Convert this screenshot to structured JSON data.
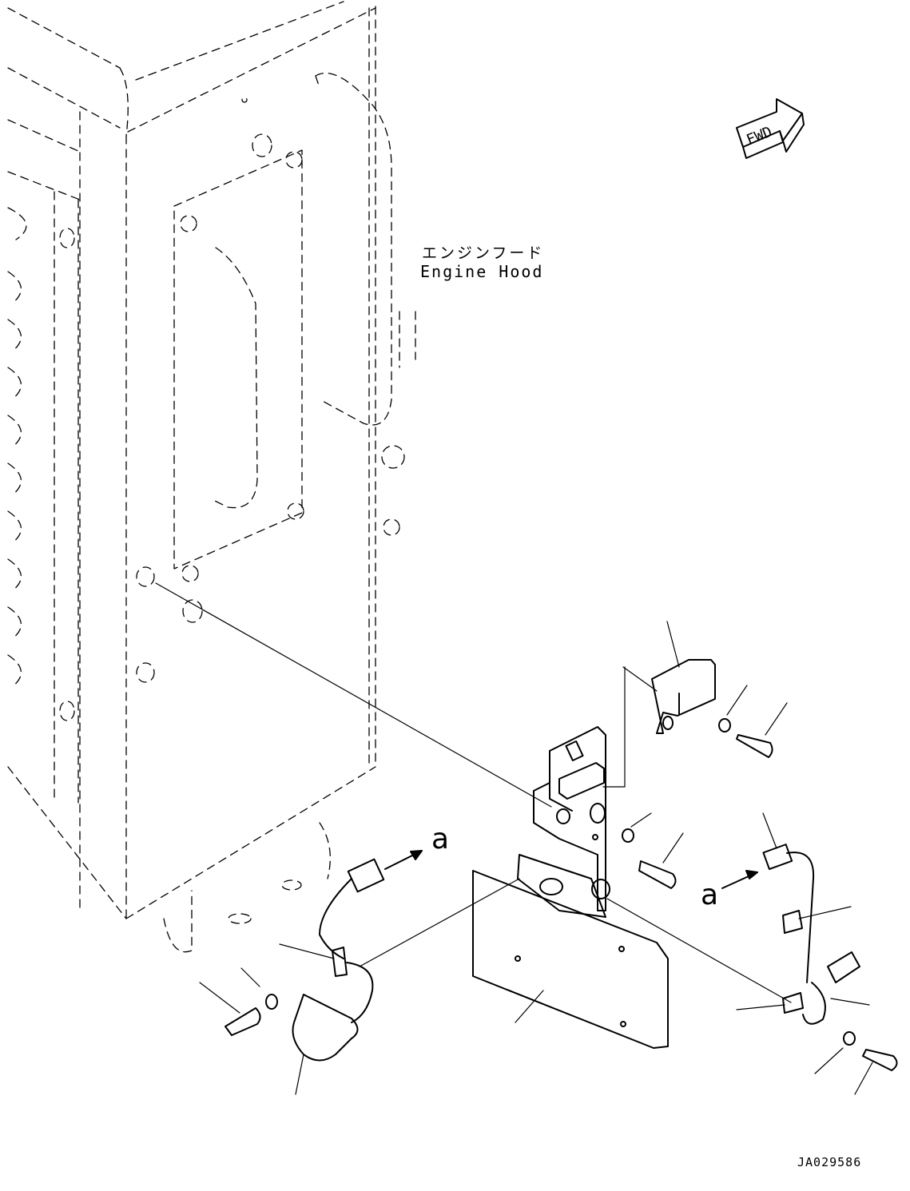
{
  "labels": {
    "engine_hood_jp": "エンジンフード",
    "engine_hood_en": "Engine Hood",
    "fwd": "FWD",
    "callout_a": "a",
    "drawing_id": "JA029586"
  },
  "colors": {
    "line": "#000000",
    "background": "#ffffff"
  },
  "icons": [
    "fwd-arrow-icon"
  ]
}
